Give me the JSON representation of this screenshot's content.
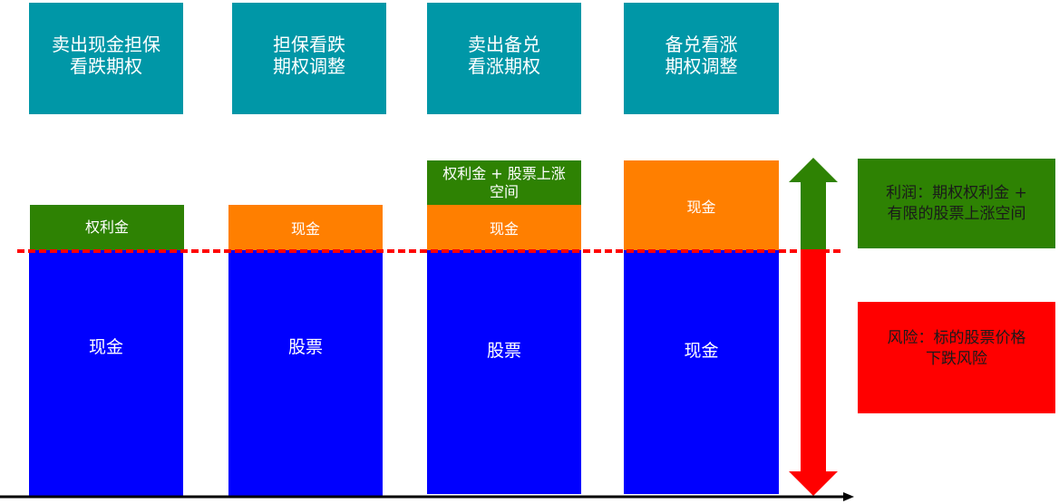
{
  "colors": {
    "title_bg": "#0097A7",
    "base": "#0000FF",
    "premium": "#2E8203",
    "cash": "#FF7F00",
    "profit": "#2E8203",
    "risk": "#FF0000",
    "baseline": "#FF0000",
    "axis": "#000000"
  },
  "columns": [
    {
      "title_lines": [
        "卖出现金担保",
        "看跌期权"
      ],
      "top_label": "权利金",
      "top_type": "premium",
      "base_label": "现金"
    },
    {
      "title_lines": [
        "担保看跌",
        "期权调整"
      ],
      "top_label": "现金",
      "top_type": "cash",
      "base_label": "股票"
    },
    {
      "title_lines": [
        "卖出备兑",
        "看涨期权"
      ],
      "top_lines": [
        "权利金 + 股票上涨",
        "空间"
      ],
      "mid_label": "现金",
      "base_label": "股票"
    },
    {
      "title_lines": [
        "备兑看涨",
        "期权调整"
      ],
      "top_label": "现金",
      "top_type": "cash",
      "base_label": "现金"
    }
  ],
  "legend": {
    "profit_lines": [
      "利润：期权权利金 +",
      "有限的股票上涨空间"
    ],
    "risk_lines": [
      "风险：标的股票价格",
      "下跌风险"
    ]
  },
  "arrows": {
    "up": "profit-arrow",
    "down": "risk-arrow",
    "axis": "x-axis-arrow"
  }
}
